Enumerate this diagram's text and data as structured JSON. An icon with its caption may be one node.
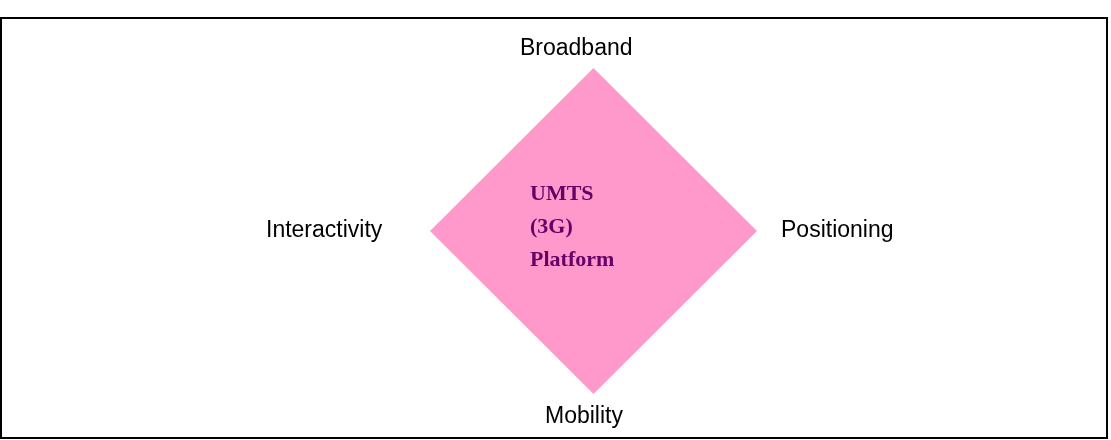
{
  "diagram": {
    "nodes": [
      {
        "text": [
          "UMTS (3G) Platform"
        ]
      }
    ],
    "edges": [],
    "labels": [
      "Broadband",
      "Interactivity",
      "Positioning",
      "Mobility"
    ]
  }
}
